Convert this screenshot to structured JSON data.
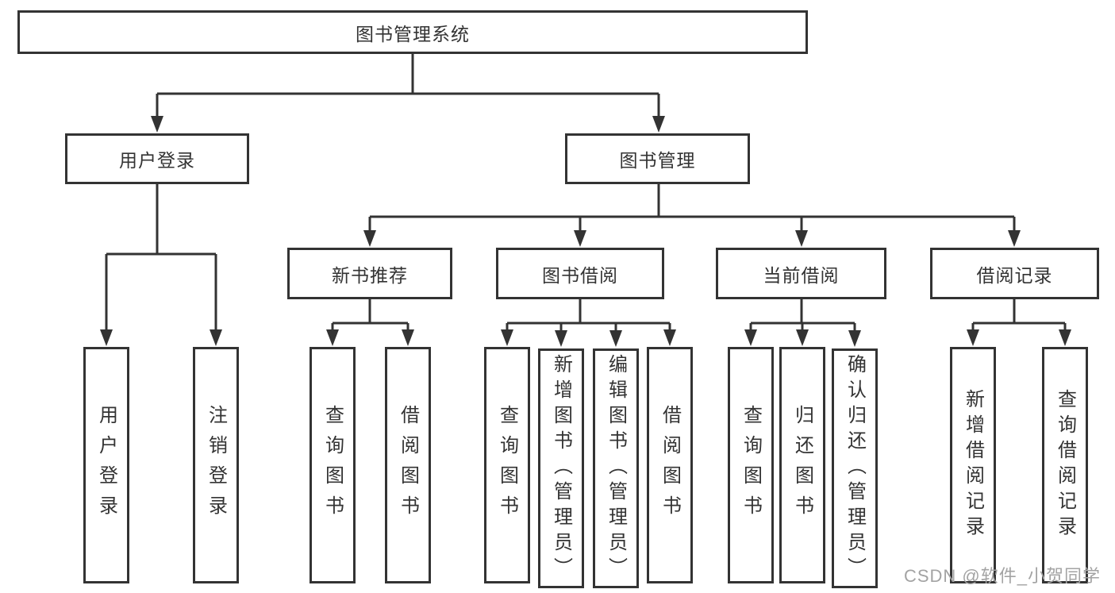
{
  "diagram": {
    "root": {
      "label": "图书管理系统"
    },
    "level1": [
      {
        "label": "用户登录"
      },
      {
        "label": "图书管理"
      }
    ],
    "level2": [
      {
        "label": "新书推荐"
      },
      {
        "label": "图书借阅"
      },
      {
        "label": "当前借阅"
      },
      {
        "label": "借阅记录"
      }
    ],
    "leaves": [
      {
        "label": "用户登录"
      },
      {
        "label": "注销登录"
      },
      {
        "label": "查询图书"
      },
      {
        "label": "借阅图书"
      },
      {
        "label": "查询图书"
      },
      {
        "label": "新增图书（管理员）"
      },
      {
        "label": "编辑图书（管理员）"
      },
      {
        "label": "借阅图书"
      },
      {
        "label": "查询图书"
      },
      {
        "label": "归还图书"
      },
      {
        "label": "确认归还（管理员）"
      },
      {
        "label": "新增借阅记录"
      },
      {
        "label": "查询借阅记录"
      }
    ]
  },
  "watermark": {
    "text": "CSDN @软件_小贺同学"
  },
  "colors": {
    "line": "#333333",
    "text": "#333333",
    "watermark": "#a3a3a3",
    "background": "#ffffff"
  }
}
